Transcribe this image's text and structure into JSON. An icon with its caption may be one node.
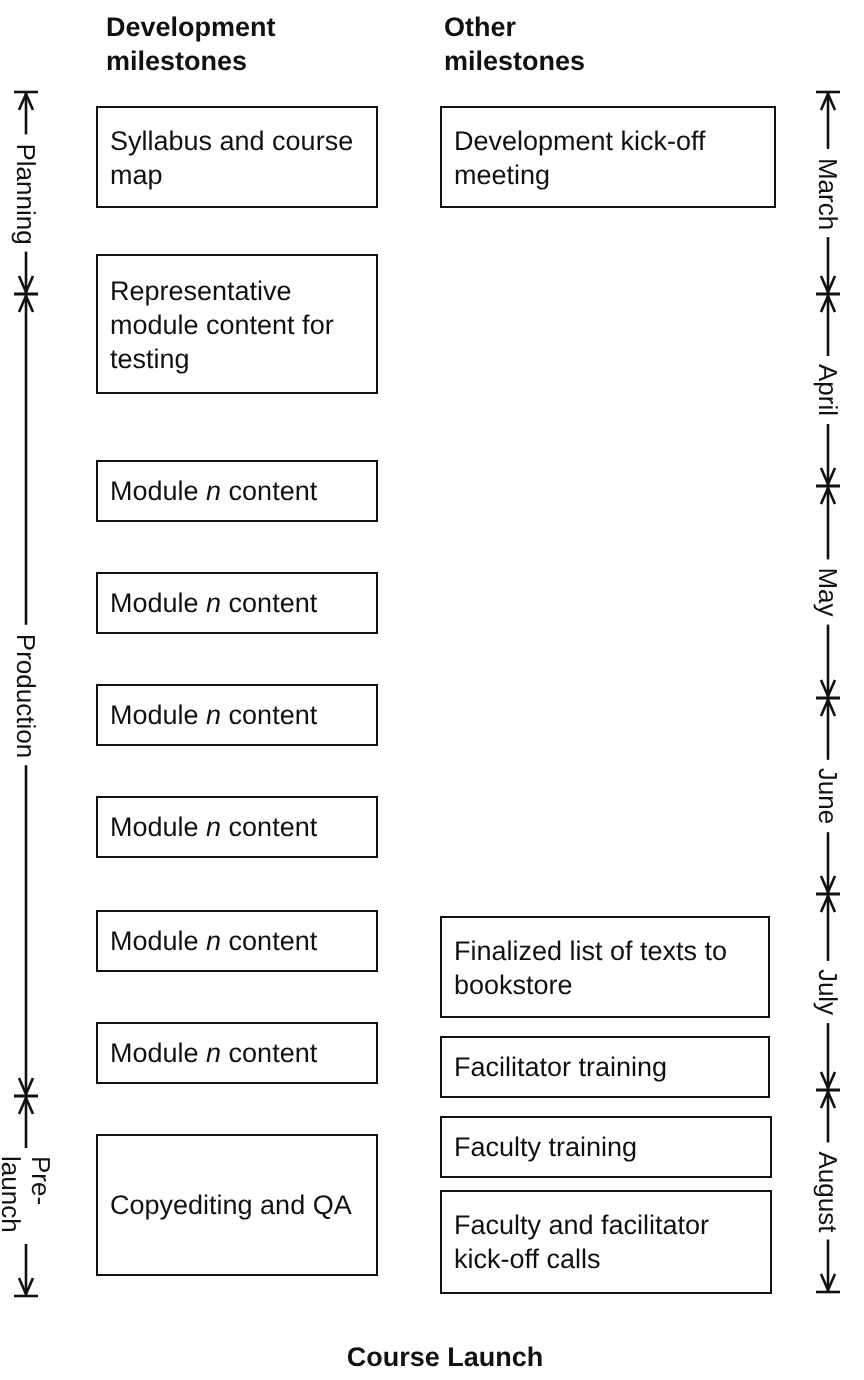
{
  "diagram": {
    "nodes": [
      {
        "text": [
          "Syllabus and course map"
        ]
      },
      {
        "text": [
          "Development kick-off meeting"
        ]
      },
      {
        "text": [
          "Representative module content for testing"
        ]
      },
      {
        "text": [
          "Module *n* content"
        ]
      },
      {
        "text": [
          "Module *n* content"
        ]
      },
      {
        "text": [
          "Module *n* content"
        ]
      },
      {
        "text": [
          "Module *n* content"
        ]
      },
      {
        "text": [
          "Module *n* content"
        ]
      },
      {
        "text": [
          "Finalized list of texts to bookstore"
        ]
      },
      {
        "text": [
          "Module *n* content"
        ]
      },
      {
        "text": [
          "Facilitator training"
        ]
      },
      {
        "text": [
          "Faculty training"
        ]
      },
      {
        "text": [
          "Copyediting and QA"
        ]
      },
      {
        "text": [
          "Faculty and facilitator kick-off calls"
        ]
      }
    ],
    "labels": [
      "Development milestones",
      "Other milestones",
      "Planning",
      "Production",
      "Pre-launch",
      "March",
      "April",
      "May",
      "June",
      "July",
      "August",
      "Course Launch"
    ]
  }
}
